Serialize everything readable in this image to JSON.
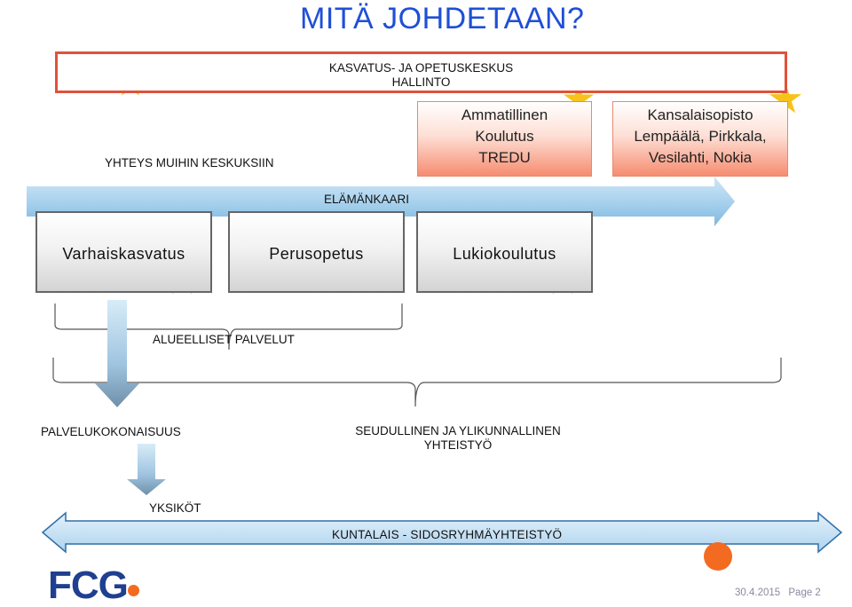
{
  "title": "MITÄ JOHDETAAN?",
  "org_box": {
    "line1": "KASVATUS- JA OPETUSKESKUS",
    "line2": "HALLINTO"
  },
  "yhteys": "YHTEYS MUIHIN KESKUKSIIN",
  "tredu": {
    "line1": "Ammatillinen",
    "line2": "Koulutus",
    "line3": "TREDU"
  },
  "opisto": {
    "line1": "Kansalaisopisto",
    "line2": "Lempäälä, Pirkkala,",
    "line3": "Vesilahti, Nokia"
  },
  "lifecycle_label": "ELÄMÄNKAARI",
  "stages": {
    "varhais": "Varhaiskasvatus",
    "peruso": "Perusopetus",
    "lukio": "Lukiokoulutus"
  },
  "alueelliset": "ALUEELLISET PALVELUT",
  "palvelukokonaisuus": "PALVELUKOKONAISUUS",
  "seudullinen": {
    "line1": "SEUDULLINEN JA YLIKUNNALLINEN",
    "line2": "YHTEISTYÖ"
  },
  "yksikot": "YKSIKÖT",
  "kuntalais": "KUNTALAIS - SIDOSRYHMÄYHTEISTYÖ",
  "logo": "FCG",
  "footer": {
    "date": "30.4.2015",
    "page": "Page 2"
  },
  "colors": {
    "title": "#1f4fd6",
    "org_border": "#e0523a",
    "star": "#f7c21a",
    "accent": "#f26b21",
    "arrow": "#9ec9e8"
  }
}
